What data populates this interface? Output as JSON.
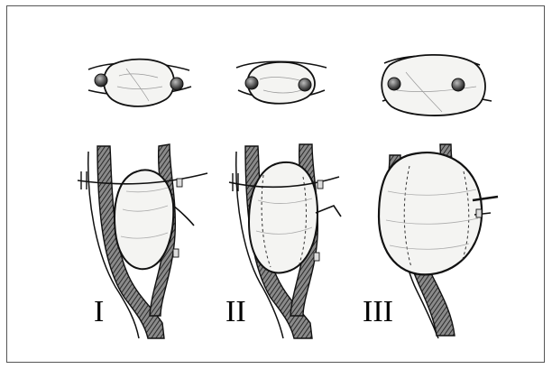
{
  "figure": {
    "panels": [
      {
        "id": "I",
        "label": "I"
      },
      {
        "id": "II",
        "label": "II"
      },
      {
        "id": "III",
        "label": "III"
      }
    ],
    "colors": {
      "ink": "#111111",
      "hatch": "#6a6a6a",
      "frame": "#555555",
      "mass_fill": "#f4f4f2"
    }
  }
}
